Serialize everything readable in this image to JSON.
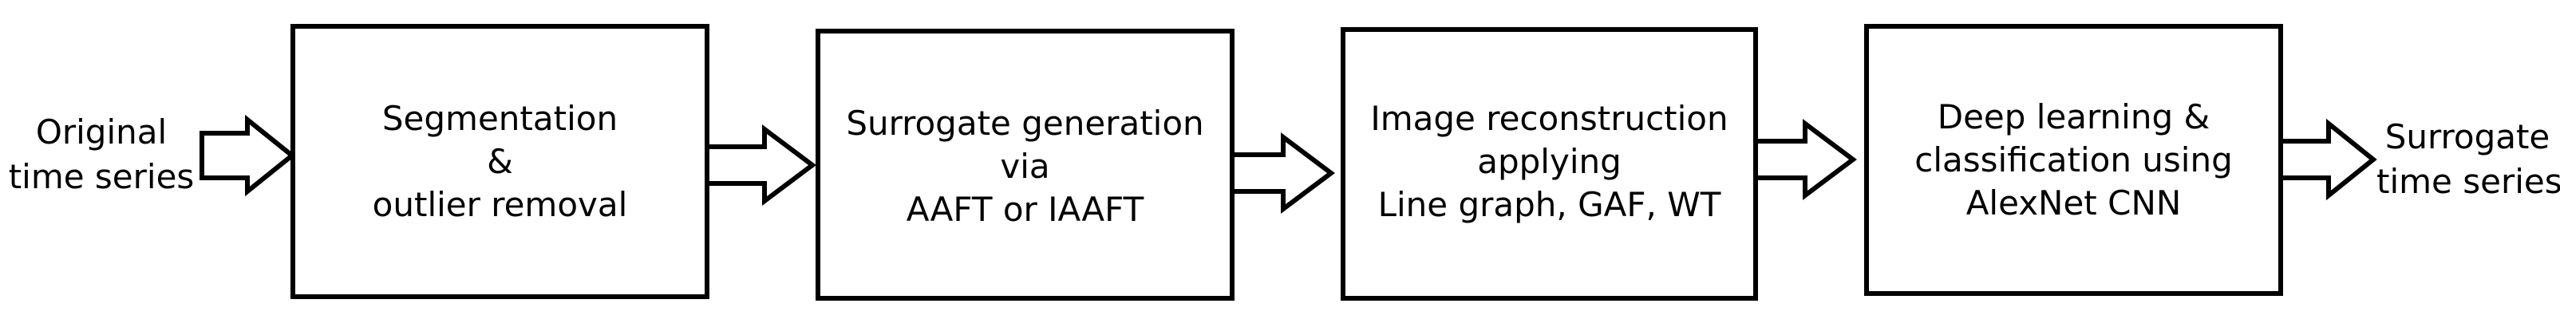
{
  "input_label": [
    "Original",
    "time series"
  ],
  "output_label": [
    "Surrogate",
    "time series"
  ],
  "steps": [
    {
      "lines": [
        "Segmentation",
        "&",
        "outlier removal"
      ]
    },
    {
      "lines": [
        "Surrogate generation",
        "via",
        "AAFT or IAAFT"
      ]
    },
    {
      "lines": [
        "Image reconstruction",
        "applying",
        "Line graph, GAF, WT"
      ]
    },
    {
      "lines": [
        "Deep learning &",
        "classification using",
        "AlexNet CNN"
      ]
    }
  ],
  "colors": {
    "stroke": "#000000",
    "background": "#ffffff"
  }
}
